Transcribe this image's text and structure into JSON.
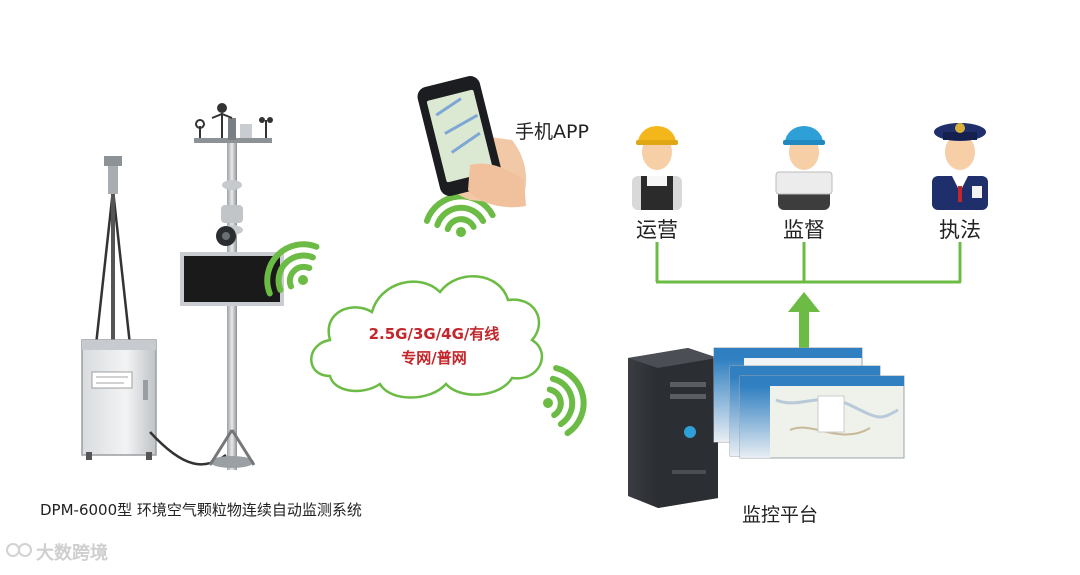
{
  "labels": {
    "mobile_app": "手机APP",
    "role_operations": "运营",
    "role_supervision": "监督",
    "role_enforcement": "执法",
    "platform": "监控平台",
    "system_caption": "DPM-6000型 环境空气颗粒物连续自动监测系统",
    "network_line1": "2.5G/3G/4G/有线",
    "network_line2": "专网/普网",
    "watermark": "大数跨境"
  },
  "colors": {
    "connector_green": "#6cbb45",
    "network_text_red": "#c3272b",
    "helmet_yellow": "#f3b71c",
    "helmet_blue": "#2f9fd8",
    "police_navy": "#1e2f6b"
  },
  "icons": [
    "wifi-signal-icon",
    "cloud-icon",
    "smartphone-icon",
    "worker-icon",
    "inspector-icon",
    "police-officer-icon",
    "computer-tower-icon",
    "monitor-screen-icon",
    "monitoring-station-icon"
  ]
}
